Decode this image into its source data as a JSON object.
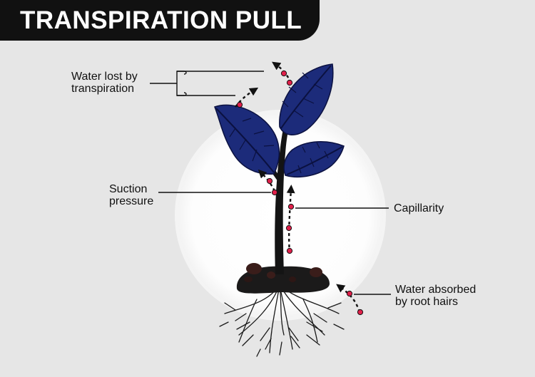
{
  "title": "TRANSPIRATION PULL",
  "labels": {
    "transpiration": [
      "Water lost by",
      "transpiration"
    ],
    "suction": [
      "Suction",
      "pressure"
    ],
    "capillarity": [
      "Capillarity"
    ],
    "root_absorption": [
      "Water absorbed",
      "by root hairs"
    ]
  },
  "colors": {
    "background": "#e6e6e6",
    "title_bar": "#111111",
    "title_text": "#ffffff",
    "leaf": "#1c2b7a",
    "leaf_vein": "#0b1140",
    "stem": "#141414",
    "soil": "#1b1a1a",
    "water_dot": "#e0204a",
    "glow": "#ffffff"
  }
}
